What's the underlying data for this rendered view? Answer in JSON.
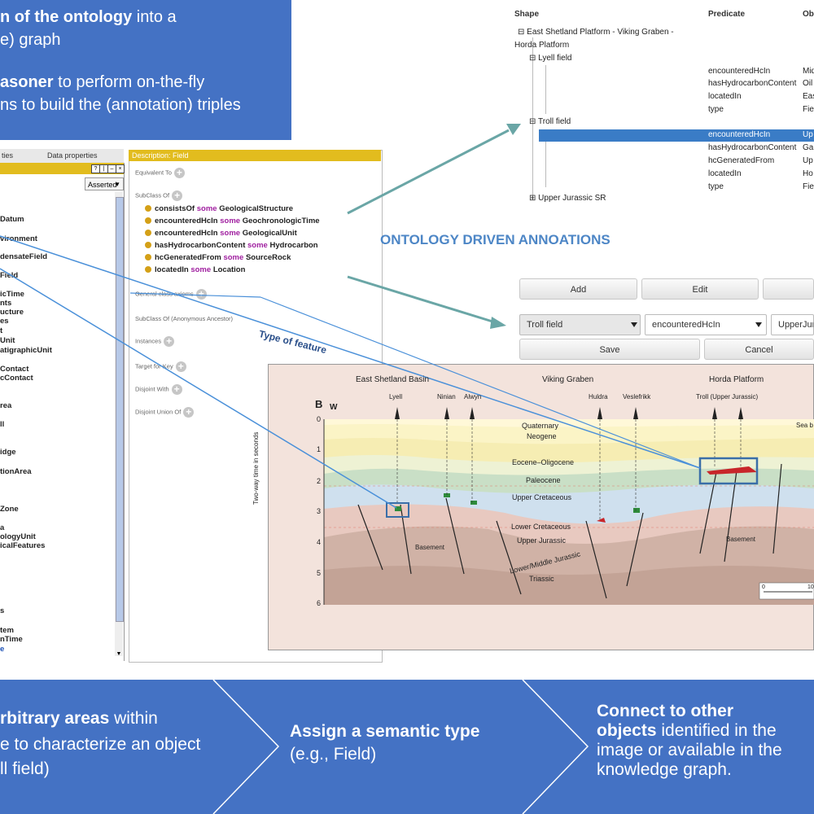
{
  "intro": {
    "line1_bold": "n of the ontology",
    "line1_rest": " into a",
    "line2": "e) graph",
    "line3_bold": "asoner",
    "line3_rest": " to perform on-the-fly",
    "line4": "ns to build the (annotation) triples"
  },
  "protege": {
    "tabs": [
      "ties",
      "Data properties"
    ],
    "asserted_label": "Asserted",
    "classes": [
      {
        "label": "Datum"
      },
      {
        "label": "vironment"
      },
      {
        "label": "densateField"
      },
      {
        "label": "Field"
      },
      {
        "label": "icTime"
      },
      {
        "label": "nts"
      },
      {
        "label": "ucture"
      },
      {
        "label": "es"
      },
      {
        "label": "t"
      },
      {
        "label": "Unit"
      },
      {
        "label": "atigraphicUnit"
      },
      {
        "label": "Contact"
      },
      {
        "label": "cContact"
      },
      {
        "label": "rea"
      },
      {
        "label": "ll"
      },
      {
        "label": "idge"
      },
      {
        "label": "tionArea"
      },
      {
        "label": "Zone"
      },
      {
        "label": "a"
      },
      {
        "label": "ologyUnit"
      },
      {
        "label": "icalFeatures"
      },
      {
        "label": "s"
      },
      {
        "label": "tem"
      },
      {
        "label": "nTime"
      },
      {
        "label": "e"
      }
    ],
    "description_title": "Description: Field",
    "equivalent_to": "Equivalent To",
    "subclass_of": "SubClass Of",
    "axioms": [
      {
        "prop": "consistsOf",
        "kw": "some",
        "cls": "GeologicalStructure"
      },
      {
        "prop": "encounteredHcIn",
        "kw": "some",
        "cls": "GeochronologicTime"
      },
      {
        "prop": "encounteredHcIn",
        "kw": "some",
        "cls": "GeologicalUnit"
      },
      {
        "prop": "hasHydrocarbonContent",
        "kw": "some",
        "cls": "Hydrocarbon"
      },
      {
        "prop": "hcGeneratedFrom",
        "kw": "some",
        "cls": "SourceRock"
      },
      {
        "prop": "locatedIn",
        "kw": "some",
        "cls": "Location"
      }
    ],
    "general_class_axioms": "General class axioms",
    "subclass_anon": "SubClass Of (Anonymous Ancestor)",
    "instances": "Instances",
    "target_for_key": "Target for Key",
    "disjoint_with": "Disjoint With",
    "disjoint_union_of": "Disjoint Union Of"
  },
  "tree": {
    "headers": {
      "shape": "Shape",
      "predicate": "Predicate",
      "object": "Ob"
    },
    "root_line1": "East Shetland Platform - Viking Graben -",
    "root_line2": "Horda Platform",
    "lyell": "Lyell field",
    "lyell_rows": [
      {
        "pred": "encounteredHcIn",
        "obj": "Mid"
      },
      {
        "pred": "hasHydrocarbonContent",
        "obj": "Oil"
      },
      {
        "pred": "locatedIn",
        "obj": "Eas"
      },
      {
        "pred": "type",
        "obj": "Fie"
      }
    ],
    "troll": "Troll field",
    "troll_rows": [
      {
        "pred": "encounteredHcIn",
        "obj": "Up"
      },
      {
        "pred": "hasHydrocarbonContent",
        "obj": "Ga"
      },
      {
        "pred": "hcGeneratedFrom",
        "obj": "Up"
      },
      {
        "pred": "locatedIn",
        "obj": "Ho"
      },
      {
        "pred": "type",
        "obj": "Fie"
      }
    ],
    "upper_sr": "Upper Jurassic SR"
  },
  "annotations_title": "ONTOLOGY DRIVEN ANNOATIONS",
  "form": {
    "add": "Add",
    "edit": "Edit",
    "subject": "Troll field",
    "predicate": "encounteredHcIn",
    "object": "UpperJur",
    "save": "Save",
    "cancel": "Cancel"
  },
  "type_of_feature": "Type of feature",
  "seismic": {
    "regions": [
      "East Shetland Basin",
      "Viking Graben",
      "Horda Platform"
    ],
    "wells": [
      "Lyell",
      "Ninian",
      "Alwyn",
      "Huldra",
      "Veslefrikk",
      "Troll (Upper Jurassic)"
    ],
    "panel_letter": "B",
    "west": "W",
    "sea_bed": "Sea b",
    "y_axis_label": "Two-way time in seconds",
    "y_ticks": [
      "0",
      "1",
      "2",
      "3",
      "4",
      "5",
      "6"
    ],
    "layers": [
      "Quaternary",
      "Neogene",
      "Eocene–Oligocene",
      "Paleocene",
      "Upper Cretaceous",
      "Lower Cretaceous",
      "Upper Jurassic",
      "Lower/Middle Jurassic",
      "Triassic",
      "Basement",
      "Basement"
    ],
    "scale": [
      "0",
      "10"
    ]
  },
  "steps": {
    "s1_l1_bold": "rbitrary areas",
    "s1_l1_rest": " within",
    "s1_l2": "e to characterize an object",
    "s1_l3": "ll field)",
    "s2_l1": "Assign a semantic type",
    "s2_l2": "(e.g., Field)",
    "s3_l1": "Connect to other",
    "s3_l2_bold": "objects",
    "s3_l2_rest": " identified in the",
    "s3_l3": "image or available in the",
    "s3_l4": "knowledge graph."
  },
  "colors": {
    "blue_box": "#4472c4",
    "protege_header": "#e2bc1e",
    "selection": "#3a7cc6",
    "arrow_teal": "#6aa6a6",
    "link_blue": "#4a90d9"
  }
}
